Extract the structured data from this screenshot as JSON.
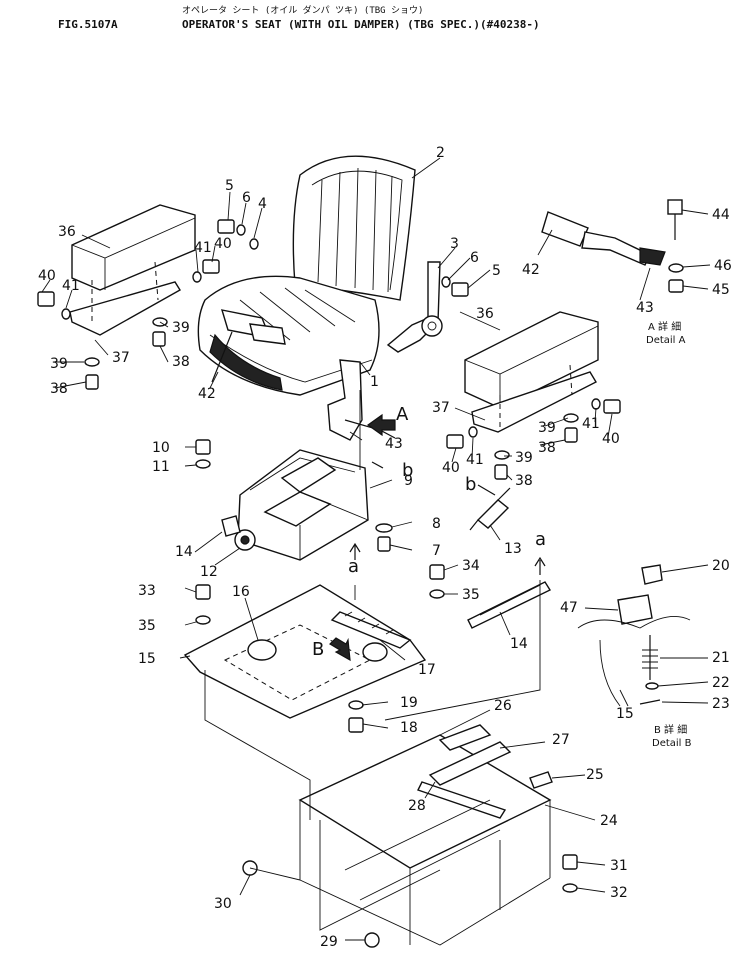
{
  "header": {
    "fig_number": "FIG.5107A",
    "title_japanese": "オペレータ シート (オイル ダンパ ツキ) (TBG ショウ)",
    "title_english": "OPERATOR'S SEAT (WITH OIL DAMPER) (TBG SPEC.)(#40238-)"
  },
  "callouts": {
    "c1": "1",
    "c2": "2",
    "c3": "3",
    "c4": "4",
    "c5a": "5",
    "c5b": "5",
    "c6a": "6",
    "c6b": "6",
    "c7": "7",
    "c8": "8",
    "c9": "9",
    "c10": "10",
    "c11": "11",
    "c12": "12",
    "c13": "13",
    "c14a": "14",
    "c14b": "14",
    "c15a": "15",
    "c15b": "15",
    "c16": "16",
    "c17": "17",
    "c18": "18",
    "c19": "19",
    "c20": "20",
    "c21": "21",
    "c22": "22",
    "c23": "23",
    "c24": "24",
    "c25": "25",
    "c26": "26",
    "c27": "27",
    "c28": "28",
    "c29": "29",
    "c30": "30",
    "c31": "31",
    "c32": "32",
    "c33": "33",
    "c34": "34",
    "c35a": "35",
    "c35b": "35",
    "c36a": "36",
    "c36b": "36",
    "c37a": "37",
    "c37b": "37",
    "c38a": "38",
    "c38b": "38",
    "c38c": "38",
    "c38d": "38",
    "c39a": "39",
    "c39b": "39",
    "c39c": "39",
    "c39d": "39",
    "c40a": "40",
    "c40b": "40",
    "c40c": "40",
    "c40d": "40",
    "c41a": "41",
    "c41b": "41",
    "c41c": "41",
    "c41d": "41",
    "c42a": "42",
    "c42b": "42",
    "c43a": "43",
    "c43b": "43",
    "c44": "44",
    "c45": "45",
    "c46": "46",
    "c47": "47"
  },
  "view_markers": {
    "arrow_A": "A",
    "arrow_B": "B",
    "ref_a1": "a",
    "ref_a2": "a",
    "ref_b1": "b",
    "ref_b2": "b"
  },
  "details": {
    "detail_a_japanese": "A 詳 細",
    "detail_a_english": "Detail A",
    "detail_b_japanese": "B 詳 細",
    "detail_b_english": "Detail B"
  }
}
